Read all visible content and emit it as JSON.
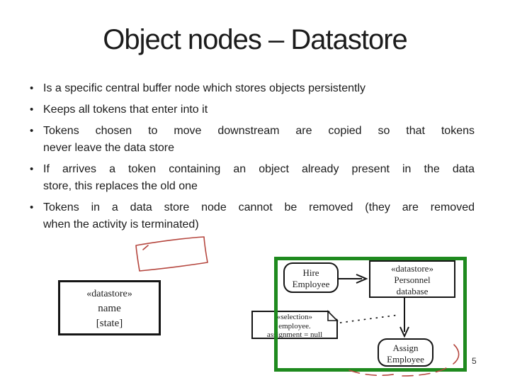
{
  "colors": {
    "annotation-red": "#b5463e",
    "highlight-green": "#1e8a1e",
    "ink": "#1b1b1b"
  },
  "slide": {
    "title": "Object nodes – Datastore",
    "bullet_marker": "•",
    "page_number": "5",
    "bullets": [
      {
        "lines": [
          "Is a specific central buffer node which stores objects persistently"
        ]
      },
      {
        "lines": [
          "Keeps all tokens that enter into it"
        ]
      },
      {
        "lines": [
          "Tokens chosen to move downstream are copied so that tokens",
          "never leave the data store"
        ]
      },
      {
        "lines": [
          "If arrives a token containing an object already present in the data",
          "store, this replaces the old one"
        ]
      },
      {
        "lines": [
          "Tokens in a data store node cannot be removed (they are removed",
          "when the activity is terminated)"
        ]
      }
    ]
  },
  "notation_figure": {
    "stereotype": "«datastore»",
    "name": "name",
    "state": "[state]"
  },
  "example_figure": {
    "hire_action": {
      "line1": "Hire",
      "line2": "Employee"
    },
    "datastore_node": {
      "stereotype": "«datastore»",
      "line1": "Personnel",
      "line2": "database"
    },
    "assign_action": {
      "line1": "Assign",
      "line2": "Employee"
    },
    "note": {
      "line1": "«selection»",
      "line2": "employee.",
      "line3": "assignment = null"
    }
  }
}
